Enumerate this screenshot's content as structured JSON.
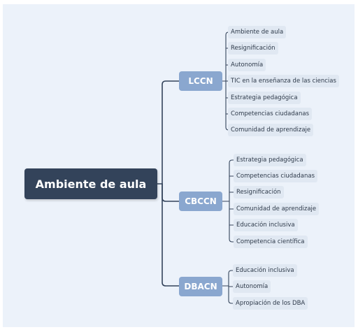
{
  "diagram": {
    "root": "Ambiente de aula",
    "branches": [
      {
        "label": "LCCN",
        "items": [
          "Ambiente de aula",
          "Resignificación",
          "Autonomía",
          "TIC en la enseñanza de las ciencias",
          "Estrategia pedagógica",
          "Competencias ciudadanas",
          "Comunidad de aprendizaje"
        ]
      },
      {
        "label": "CBCCN",
        "items": [
          "Estrategia pedagógica",
          "Competencias ciudadanas",
          "Resignificación",
          "Comunidad de aprendizaje",
          "Educación inclusiva",
          "Competencia científica"
        ]
      },
      {
        "label": "DBACN",
        "items": [
          "Educación inclusiva",
          "Autonomía",
          "Apropiación de los DBA"
        ]
      }
    ]
  },
  "colors": {
    "background": "#ecf2fa",
    "root_fill": "#33435a",
    "branch_fill": "#8aa7cf",
    "leaf_fill": "#e0e8f2",
    "connector": "#33435a"
  }
}
